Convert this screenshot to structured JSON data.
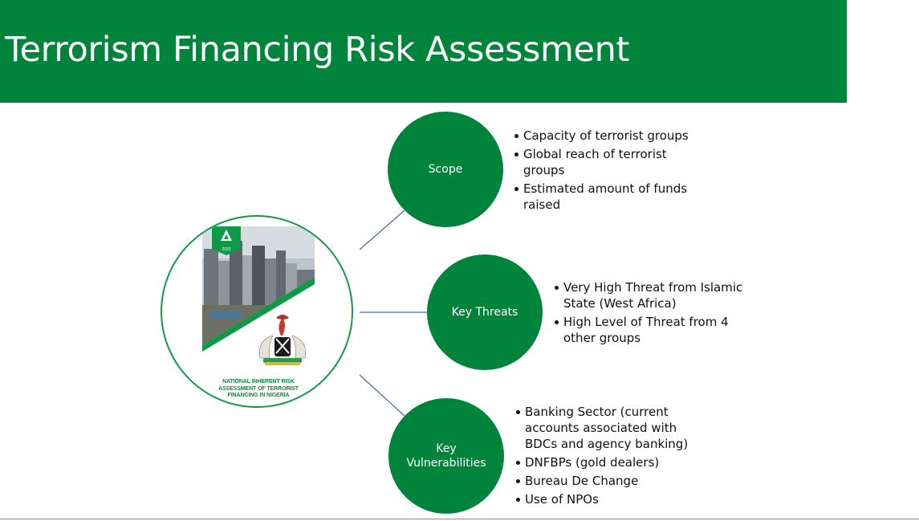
{
  "header": {
    "title": "Terrorism Financing Risk Assessment"
  },
  "cover": {
    "year": "2022",
    "caption": "NATIONAL INHERENT RISK ASSESSMENT OF TERRORIST FINANCING IN NIGERIA"
  },
  "nodes": {
    "scope": {
      "label": "Scope",
      "bullets": [
        "Capacity of terrorist groups",
        "Global reach of terrorist groups",
        "Estimated amount of funds raised"
      ]
    },
    "threats": {
      "label": "Key Threats",
      "bullets": [
        "Very High Threat from Islamic State (West Africa)",
        "High Level of Threat from 4 other groups"
      ]
    },
    "vulnerabilities": {
      "label_line1": "Key",
      "label_line2": "Vulnerabilities",
      "bullets": [
        "Banking Sector (current accounts associated with BDCs and agency banking)",
        "DNFBPs (gold dealers)",
        "Bureau De Change",
        "Use of NPOs"
      ]
    }
  },
  "colors": {
    "brand_green": "#00843b",
    "connector_blue": "#4a6aa5",
    "text": "#111111"
  }
}
